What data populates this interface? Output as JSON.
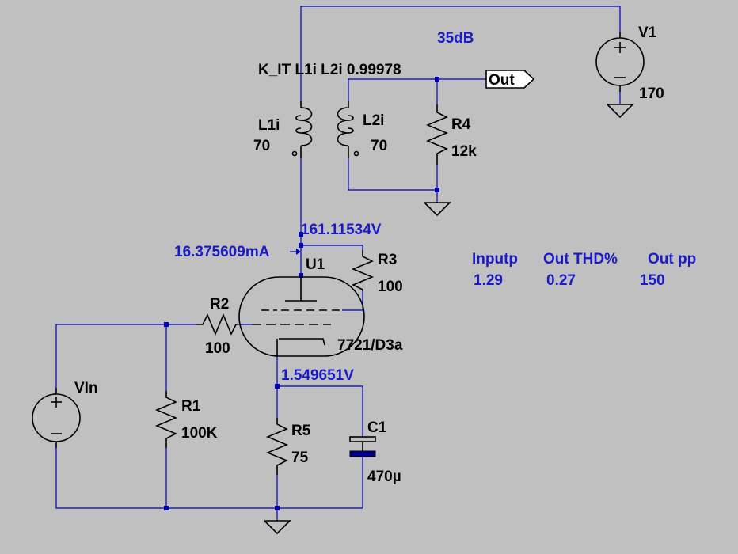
{
  "directive": {
    "gain": "35dB",
    "coupling": "K_IT L1i L2i  0.99978"
  },
  "components": {
    "v1": {
      "name": "V1",
      "value": "170"
    },
    "vin": {
      "name": "VIn"
    },
    "l1i": {
      "name": "L1i",
      "value": "70"
    },
    "l2i": {
      "name": "L2i",
      "value": "70"
    },
    "r1": {
      "name": "R1",
      "value": "100K"
    },
    "r2": {
      "name": "R2",
      "value": "100"
    },
    "r3": {
      "name": "R3",
      "value": "100"
    },
    "r4": {
      "name": "R4",
      "value": "12k"
    },
    "r5": {
      "name": "R5",
      "value": "75"
    },
    "c1": {
      "name": "C1",
      "value": "470µ"
    },
    "u1": {
      "name": "U1",
      "value": "7721/D3a"
    }
  },
  "net_label": {
    "out": "Out"
  },
  "operating_point": {
    "plate_voltage": "161.11534V",
    "plate_current": "16.375609mA",
    "cathode_voltage": "1.549651V"
  },
  "measurements": {
    "headers": [
      "Inputp",
      "Out THD%",
      "Out pp"
    ],
    "values": [
      "1.29",
      "0.27",
      "150"
    ]
  },
  "colors": {
    "background": "#c0c0c0",
    "wire": "#0000c0",
    "annotation": "#1a1ac8"
  }
}
